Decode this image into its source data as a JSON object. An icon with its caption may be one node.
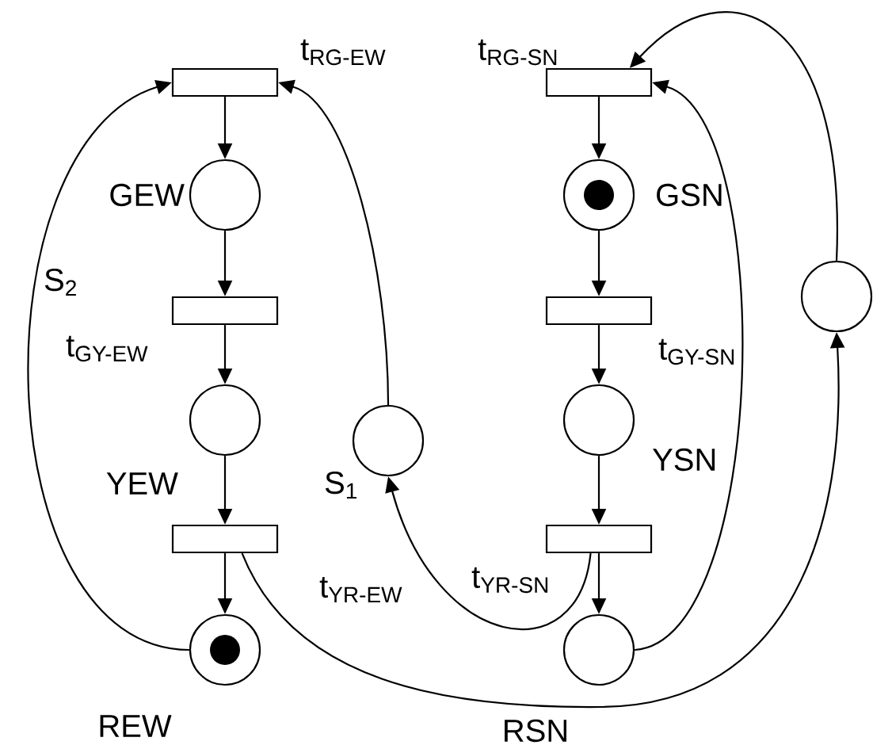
{
  "diagram": {
    "nodes": [
      {
        "text": [
          "t$_{RG-EW}$"
        ]
      },
      {
        "text": [
          "GEW"
        ]
      },
      {
        "text": [
          "t$_{GY-EW}$"
        ]
      },
      {
        "text": [
          "YEW"
        ]
      },
      {
        "text": [
          "t$_{YR-EW}$"
        ]
      },
      {
        "text": [
          "REW"
        ]
      },
      {
        "text": [
          "t$_{RG-SN}$"
        ]
      },
      {
        "text": [
          "GSN"
        ]
      },
      {
        "text": [
          "t$_{GY-SN}$"
        ]
      },
      {
        "text": [
          "YSN"
        ]
      },
      {
        "text": [
          "t$_{YR-SN}$"
        ]
      },
      {
        "text": [
          "RSN"
        ]
      },
      {
        "text": [
          "S$_{1}$"
        ]
      },
      {
        "text": [],
        "shape": "circle"
      }
    ],
    "edges": [
      {
        "from": 0,
        "to": 1,
        "arrow": "to"
      },
      {
        "from": 1,
        "to": 2,
        "arrow": "to"
      },
      {
        "from": 2,
        "to": 3,
        "arrow": "to"
      },
      {
        "from": 3,
        "to": 4,
        "arrow": "to"
      },
      {
        "from": 4,
        "to": 5,
        "arrow": "to"
      },
      {
        "from": 5,
        "to": 0,
        "arrow": "to"
      },
      {
        "from": 12,
        "to": 0,
        "arrow": "to"
      },
      {
        "from": 4,
        "to": 13,
        "arrow": "to"
      },
      {
        "from": 13,
        "to": 6,
        "arrow": "to"
      },
      {
        "from": 6,
        "to": 7,
        "arrow": "to"
      },
      {
        "from": 7,
        "to": 8,
        "arrow": "to"
      },
      {
        "from": 8,
        "to": 9,
        "arrow": "to"
      },
      {
        "from": 9,
        "to": 10,
        "arrow": "to"
      },
      {
        "from": 10,
        "to": 11,
        "arrow": "to"
      },
      {
        "from": 11,
        "to": 6,
        "arrow": "to"
      },
      {
        "from": 10,
        "to": 12,
        "arrow": "to"
      }
    ],
    "labels": [
      "S$_{2}$"
    ]
  }
}
